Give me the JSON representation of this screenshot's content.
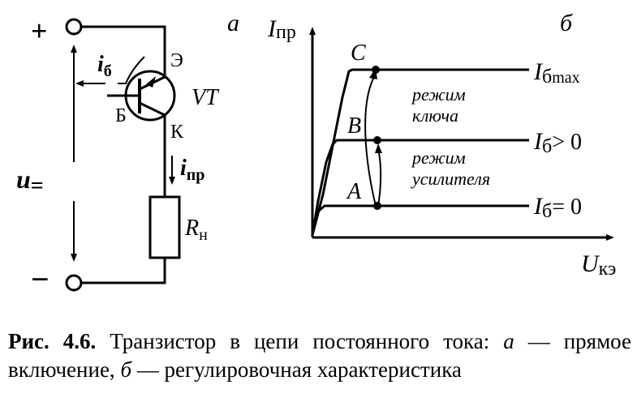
{
  "circuit": {
    "panel_label": "а",
    "plus": "+",
    "minus": "−",
    "voltage": "u",
    "voltage_sub": "=",
    "emitter": "Э",
    "base": "Б",
    "collector": "К",
    "transistor": "VT",
    "base_current": "i",
    "base_current_sub": "б",
    "collector_current": "i",
    "collector_current_sub": "пр",
    "resistor": "R",
    "resistor_sub": "н"
  },
  "graph": {
    "panel_label": "б",
    "y_axis": "I",
    "y_axis_sub": "пр",
    "x_axis": "U",
    "x_axis_sub": "кэ",
    "point_c": "C",
    "point_b": "B",
    "point_a": "A",
    "curve_max_label": "I",
    "curve_max_sub": "б",
    "curve_max_tail": "max",
    "curve_mid_label": "I",
    "curve_mid_sub": "б",
    "curve_mid_tail": "> 0",
    "curve_zero_label": "I",
    "curve_zero_sub": "б",
    "curve_zero_tail": "= 0",
    "mode_key_1": "режим",
    "mode_key_2": "ключа",
    "mode_amp_1": "режим",
    "mode_amp_2": "усилителя"
  },
  "caption": {
    "number": "Рис. 4.6.",
    "text_1": " Транзистор в цепи постоянного тока: ",
    "a": "а",
    "text_2": " — прямое включение, ",
    "b": "б",
    "text_3": " — регулировочная характеристика"
  }
}
